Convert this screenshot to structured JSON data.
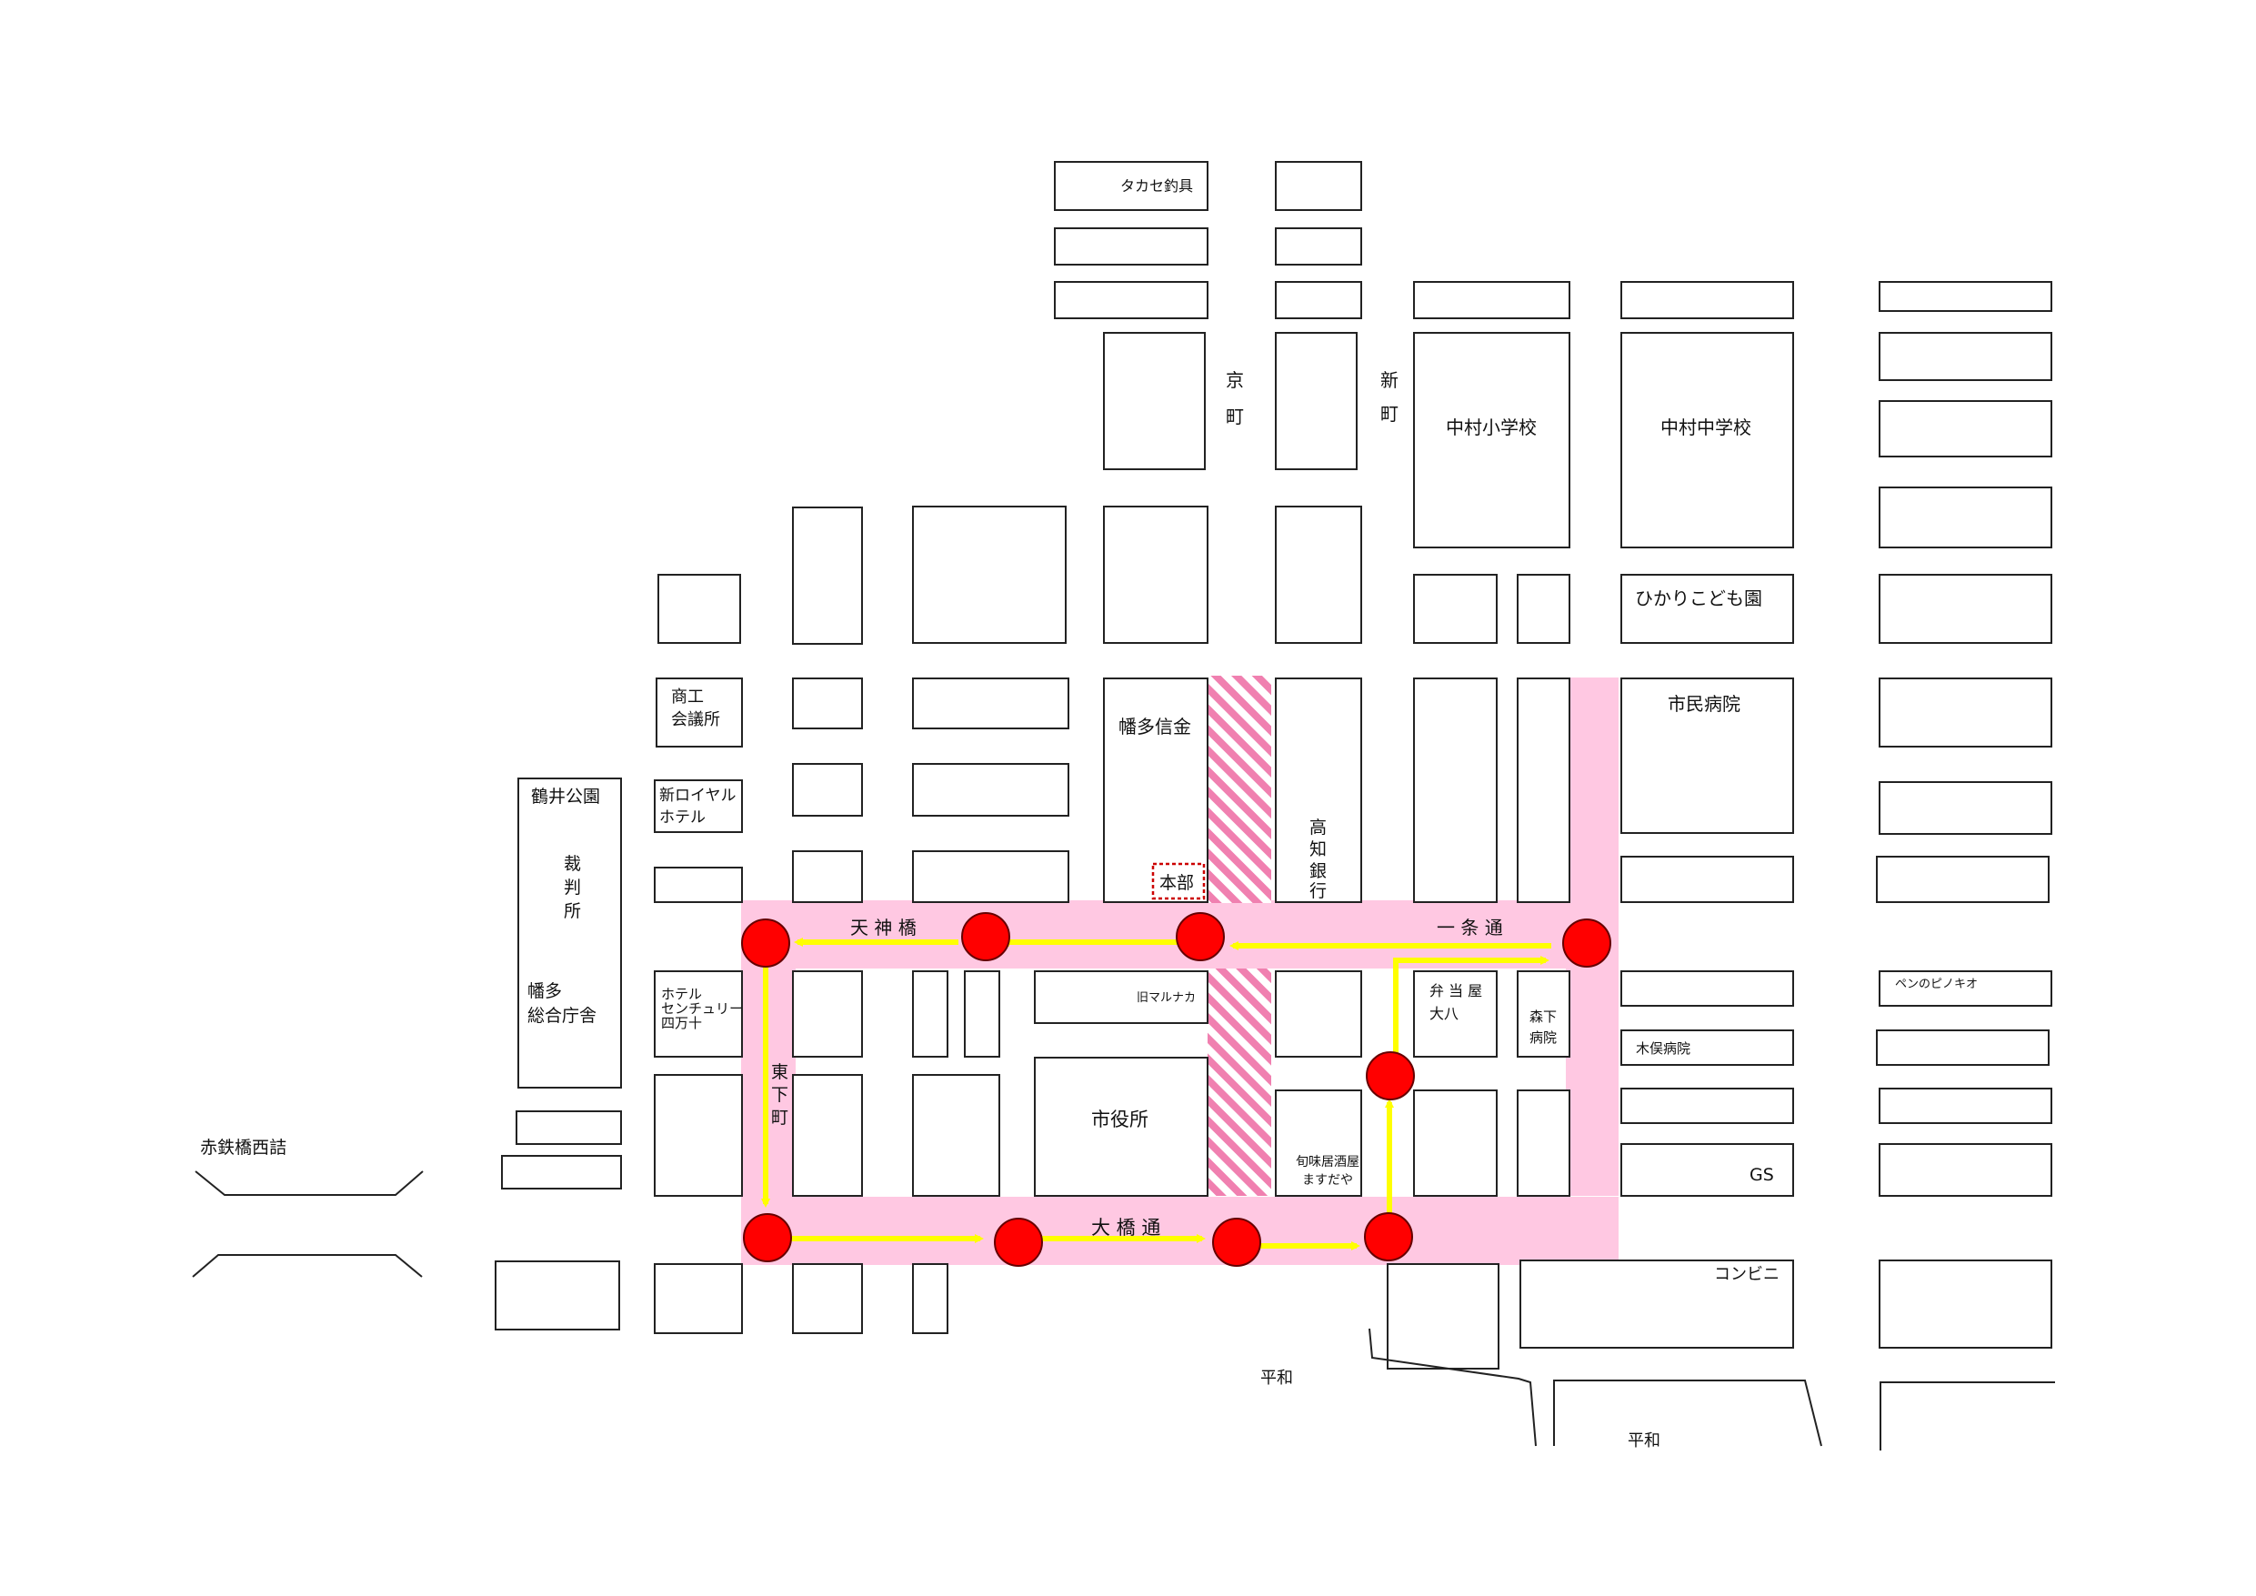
{
  "labels": {
    "takase": "タカセ釣具",
    "kyo": "京",
    "machi1": "町",
    "shin": "新",
    "machi2": "町",
    "nakamura_es": "中村小学校",
    "nakamura_jhs": "中村中学校",
    "hikari": "ひかりこども園",
    "shoko1": "商工",
    "shoko2": "会議所",
    "hatashin": "幡多信金",
    "shimin": "市民病院",
    "tsurui": "鶴井公園",
    "shin_royal1": "新ロイヤル",
    "shin_royal2": "ホテル",
    "saiban1": "裁",
    "saiban2": "判",
    "saiban3": "所",
    "kochi1": "高",
    "kochi2": "知",
    "kochi3": "銀",
    "kochi4": "行",
    "honbu": "本部",
    "tenjin": "天 神 橋",
    "ichijo": "一 条 通",
    "hata1": "幡多",
    "hata2": "総合庁舎",
    "hotel1": "ホテル",
    "hotel2": "センチュリー",
    "hotel3": "四万十",
    "old_marunaka": "旧マルナカ",
    "bento1": "弁 当 屋",
    "bento2": "大八",
    "morishita1": "森下",
    "morishita2": "病院",
    "pen": "ペンのピノキオ",
    "kimata": "木俣病院",
    "higashi1": "東",
    "higashi2": "下",
    "higashi3": "町",
    "shiyakusho": "市役所",
    "shunmi1": "旬味居酒屋",
    "shunmi2": "ますだや",
    "gs": "GS",
    "akatetsu": "赤鉄橋西詰",
    "ohashi": "大 橋 通",
    "conveni": "コンビニ",
    "heiwa1": "平和",
    "heiwa2": "平和"
  },
  "colors": {
    "event_zone": "#ffc8e2",
    "hatched_zone": "#f080b0",
    "route_arrow": "#ffff00",
    "marker": "#ff0000"
  }
}
